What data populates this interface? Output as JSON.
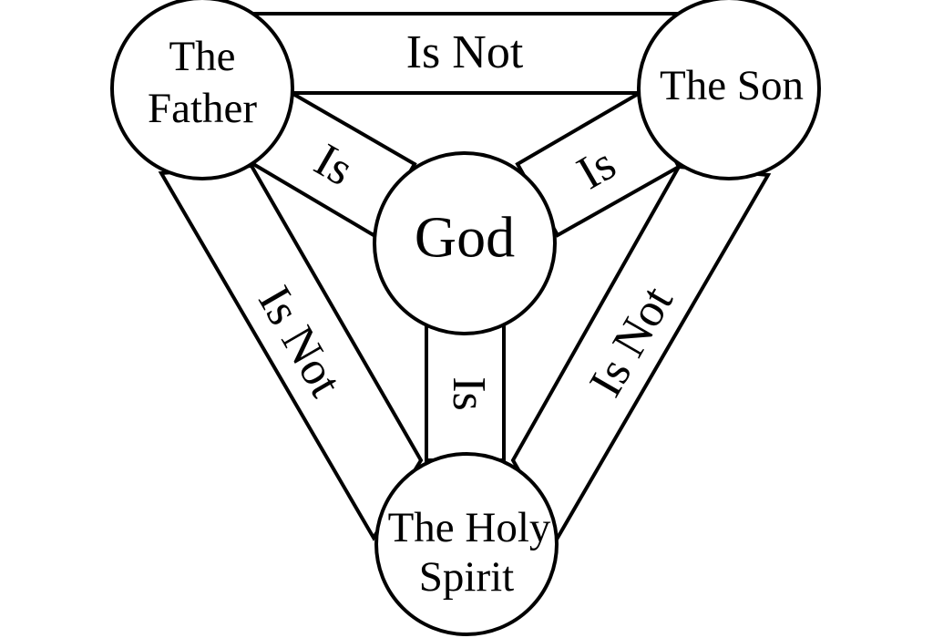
{
  "nodes": {
    "father": {
      "line1": "The",
      "line2": "Father"
    },
    "son": {
      "line1": "The Son"
    },
    "spirit": {
      "line1": "The Holy",
      "line2": "Spirit"
    },
    "god": {
      "line1": "God"
    }
  },
  "relations": {
    "father_son": "Is Not",
    "father_spirit": "Is Not",
    "son_spirit": "Is Not",
    "father_god": "Is",
    "son_god": "Is",
    "spirit_god": "Is"
  },
  "colors": {
    "stroke": "#000000",
    "fill": "#ffffff"
  }
}
